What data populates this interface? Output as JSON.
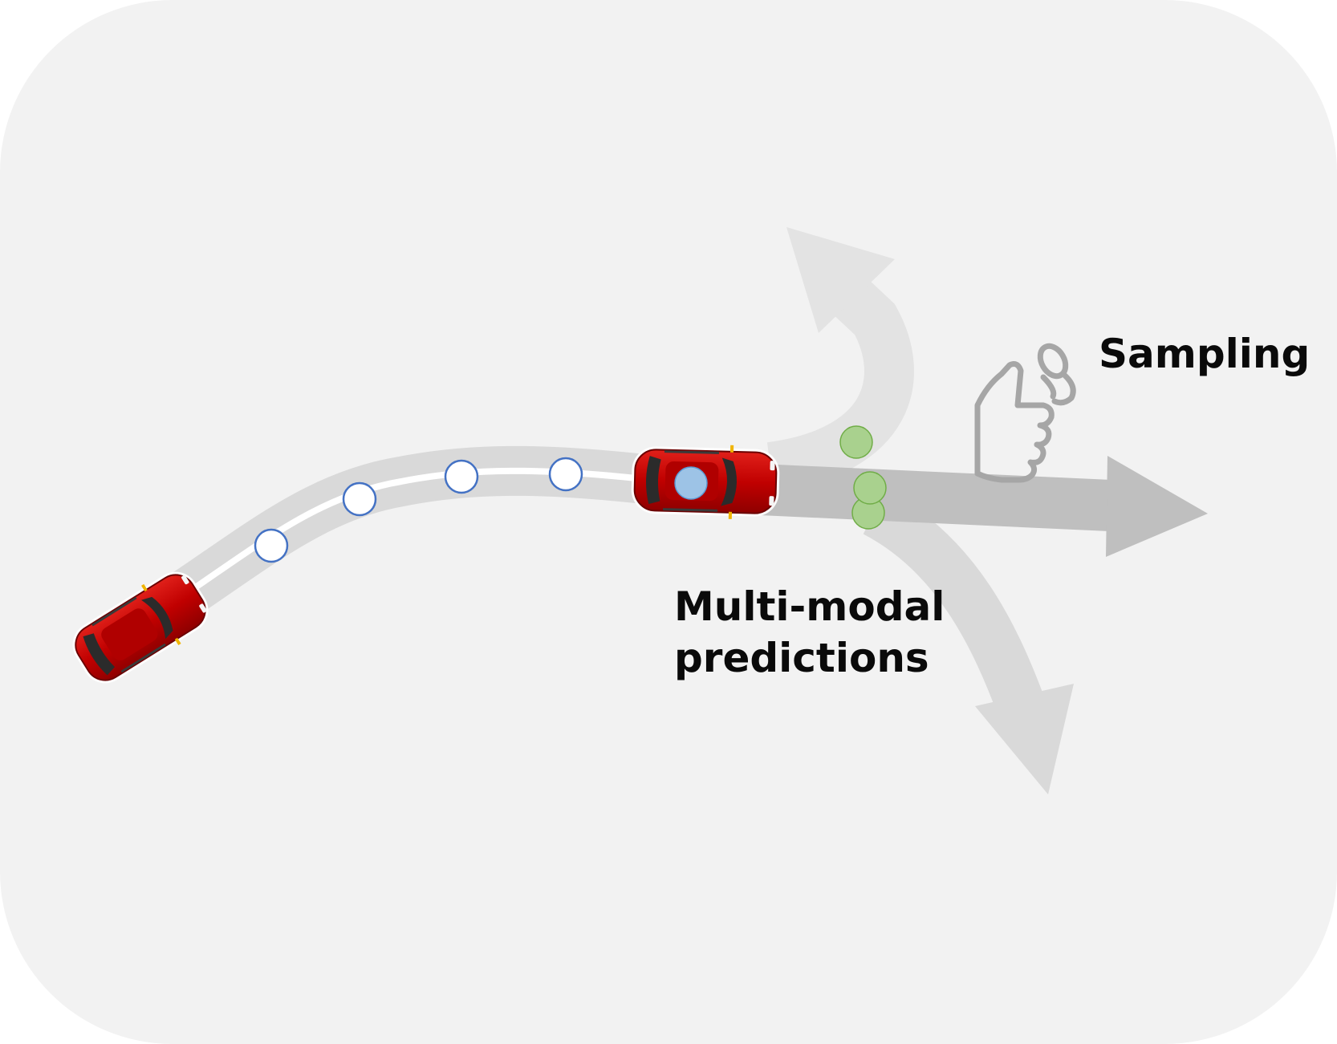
{
  "labels": {
    "sampling": "Sampling",
    "predictions_line1": "Multi-modal",
    "predictions_line2": "predictions"
  },
  "colors": {
    "canvas_background": "#f2f2f2",
    "history_path": "#d9d9d9",
    "history_centerline": "#ffffff",
    "history_point_fill": "#ffffff",
    "history_point_stroke": "#4472c4",
    "current_position_fill": "#9dc3e6",
    "prediction_primary": "#bfbfbf",
    "prediction_alternative": "#d9d9d9",
    "prediction_up": "#e3e3e3",
    "sample_point_fill": "#a9d18e",
    "sample_point_stroke": "#70ad47",
    "car_body": "#c00000",
    "sampling_icon": "#a6a6a6"
  },
  "icons": {
    "sampling": "hand-flipping-coin-icon",
    "vehicle": "red-car-icon"
  },
  "diagram": {
    "history_points": 4,
    "sample_points": 3,
    "predicted_modes": 3
  }
}
